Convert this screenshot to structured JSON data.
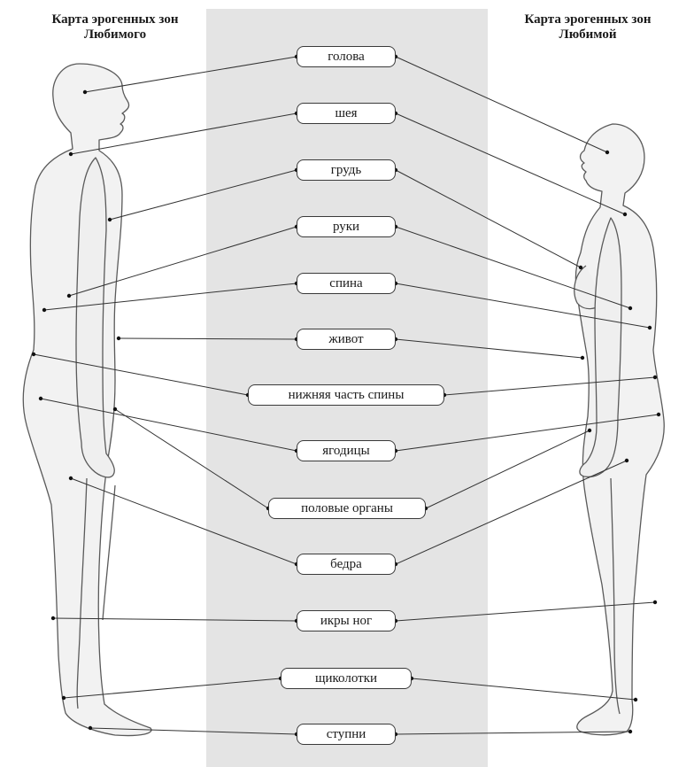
{
  "titles": {
    "left": [
      "Карта эрогенных зон",
      "Любимого"
    ],
    "right": [
      "Карта эрогенных зон",
      "Любимой"
    ]
  },
  "zones": [
    {
      "id": "head",
      "label": "голова"
    },
    {
      "id": "neck",
      "label": "шея"
    },
    {
      "id": "chest",
      "label": "грудь"
    },
    {
      "id": "arms",
      "label": "руки"
    },
    {
      "id": "back",
      "label": "спина"
    },
    {
      "id": "belly",
      "label": "живот"
    },
    {
      "id": "lower-back",
      "label": "нижняя часть спины"
    },
    {
      "id": "buttocks",
      "label": "ягодицы"
    },
    {
      "id": "genitals",
      "label": "половые органы"
    },
    {
      "id": "hips",
      "label": "бедра"
    },
    {
      "id": "calves",
      "label": "икры ног"
    },
    {
      "id": "ankles",
      "label": "щиколотки"
    },
    {
      "id": "feet",
      "label": "ступни"
    }
  ],
  "colors": {
    "band": "#e4e4e4",
    "figure": "#f2f2f2",
    "outline": "#5a5a5a",
    "line": "#333333"
  }
}
